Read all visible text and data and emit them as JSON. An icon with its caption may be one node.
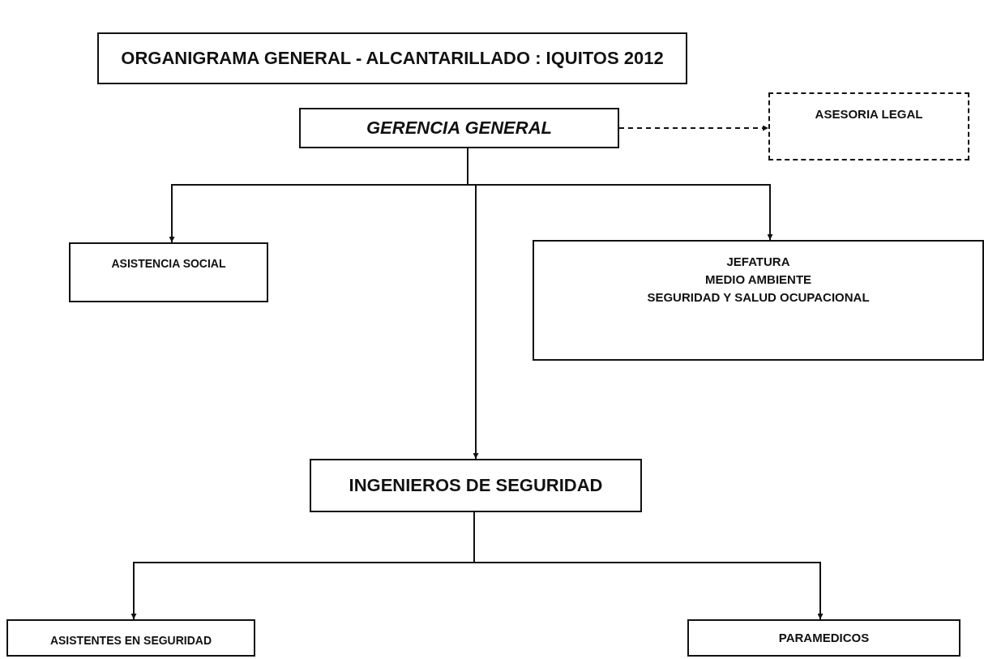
{
  "diagram": {
    "title": "ORGANIGRAMA GENERAL  -  ALCANTARILLADO :  IQUITOS 2012",
    "nodes": [
      {
        "text": [
          "GERENCIA GENERAL"
        ]
      },
      {
        "text": [
          "ASESORIA LEGAL"
        ]
      },
      {
        "text": [
          "ASISTENCIA SOCIAL"
        ]
      },
      {
        "text": [
          "JEFATURA",
          "MEDIO AMBIENTE",
          "SEGURIDAD Y SALUD OCUPACIONAL"
        ]
      },
      {
        "text": [
          "INGENIEROS DE SEGURIDAD"
        ]
      },
      {
        "text": [
          "ASISTENTES EN SEGURIDAD"
        ]
      },
      {
        "text": [
          "PARAMEDICOS"
        ]
      }
    ],
    "edges": [
      {
        "from": 0,
        "to": 1,
        "arrow": "to",
        "style": "dashed"
      },
      {
        "from": 0,
        "to": 2,
        "arrow": "to"
      },
      {
        "from": 0,
        "to": 3,
        "arrow": "to"
      },
      {
        "from": 0,
        "to": 4,
        "arrow": "to"
      },
      {
        "from": 4,
        "to": 5,
        "arrow": "to"
      },
      {
        "from": 4,
        "to": 6,
        "arrow": "to"
      }
    ]
  }
}
